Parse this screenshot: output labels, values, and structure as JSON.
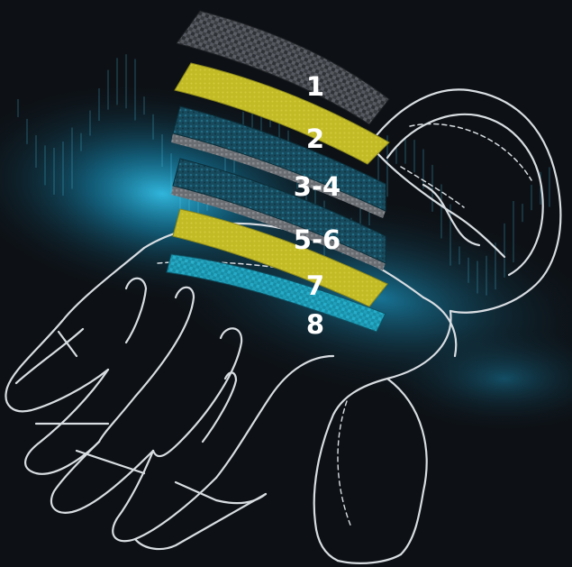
{
  "layers": [
    {
      "label": "1",
      "material": "carbon-weave",
      "color": "#4a4d52"
    },
    {
      "label": "2",
      "material": "yellow-membrane",
      "color": "#c9c12a"
    },
    {
      "label": "3-4",
      "material": "teal-fleece-over-grey-mesh",
      "color": "#1a5468"
    },
    {
      "label": "5-6",
      "material": "teal-fleece-over-grey-mesh",
      "color": "#1a5468"
    },
    {
      "label": "7",
      "material": "yellow-membrane",
      "color": "#c9c12a"
    },
    {
      "label": "8",
      "material": "cyan-grid-liner",
      "color": "#1fa7c2"
    }
  ],
  "colors": {
    "background": "#0d1116",
    "glow": "#1aa6cf",
    "glove_outline": "#d8dde2"
  }
}
